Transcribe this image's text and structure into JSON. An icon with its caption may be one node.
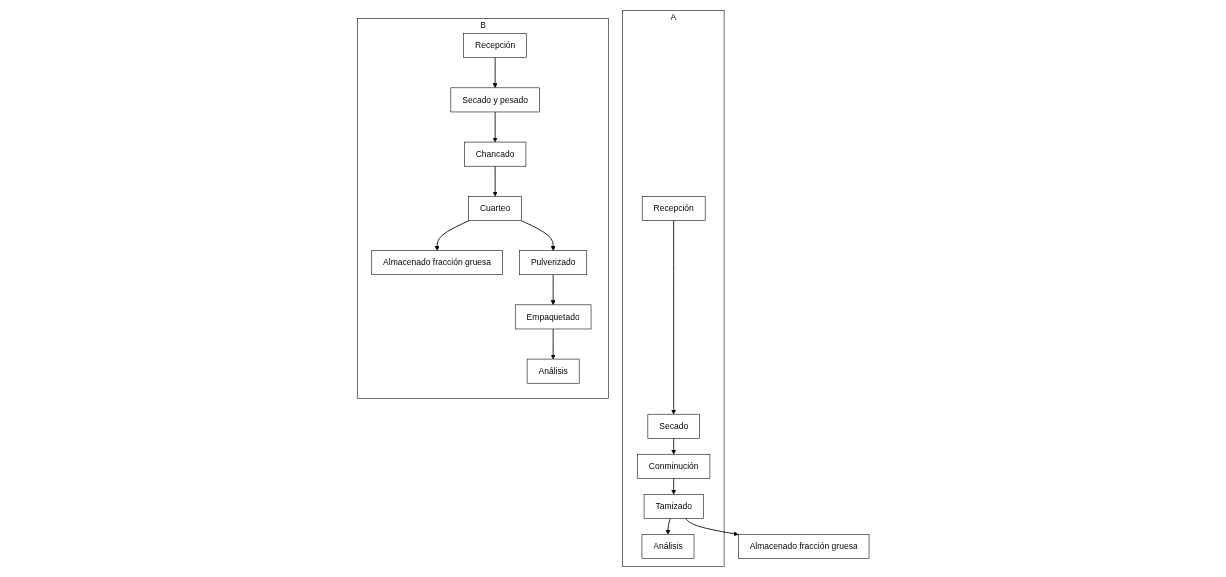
{
  "diagram": {
    "nodes": [
      {
        "text": [
          "A"
        ]
      },
      {
        "text": [
          "Recepción"
        ],
        "in": 0
      },
      {
        "text": [
          "Secado"
        ],
        "in": 0
      },
      {
        "text": [
          "Conminución"
        ],
        "in": 0
      },
      {
        "text": [
          "Tamizado"
        ],
        "in": 0
      },
      {
        "text": [
          "Almacenado fracción gruesa"
        ]
      },
      {
        "text": [
          "Análisis"
        ],
        "in": 0
      },
      {
        "text": [
          "B"
        ]
      },
      {
        "text": [
          "Recepción"
        ],
        "in": 7
      },
      {
        "text": [
          "Secado y pesado"
        ],
        "in": 7
      },
      {
        "text": [
          "Chancado"
        ],
        "in": 7
      },
      {
        "text": [
          "Cuarteo"
        ],
        "in": 7
      },
      {
        "text": [
          "Almacenado fracción gruesa"
        ],
        "in": 7
      },
      {
        "text": [
          "Pulverizado"
        ],
        "in": 7
      },
      {
        "text": [
          "Empaquetado"
        ],
        "in": 7
      },
      {
        "text": [
          "Análisis"
        ],
        "in": 7
      }
    ],
    "edges": [
      {
        "from": 1,
        "to": 2,
        "arrow": "to"
      },
      {
        "from": 2,
        "to": 3,
        "arrow": "to"
      },
      {
        "from": 3,
        "to": 4,
        "arrow": "to"
      },
      {
        "from": 4,
        "to": 5,
        "arrow": "to"
      },
      {
        "from": 4,
        "to": 6,
        "arrow": "to"
      },
      {
        "from": 8,
        "to": 9,
        "arrow": "to"
      },
      {
        "from": 9,
        "to": 10,
        "arrow": "to"
      },
      {
        "from": 10,
        "to": 11,
        "arrow": "to"
      },
      {
        "from": 11,
        "to": 12,
        "arrow": "to"
      },
      {
        "from": 11,
        "to": 13,
        "arrow": "to"
      },
      {
        "from": 13,
        "to": 14,
        "arrow": "to"
      },
      {
        "from": 14,
        "to": 15,
        "arrow": "to"
      }
    ]
  }
}
